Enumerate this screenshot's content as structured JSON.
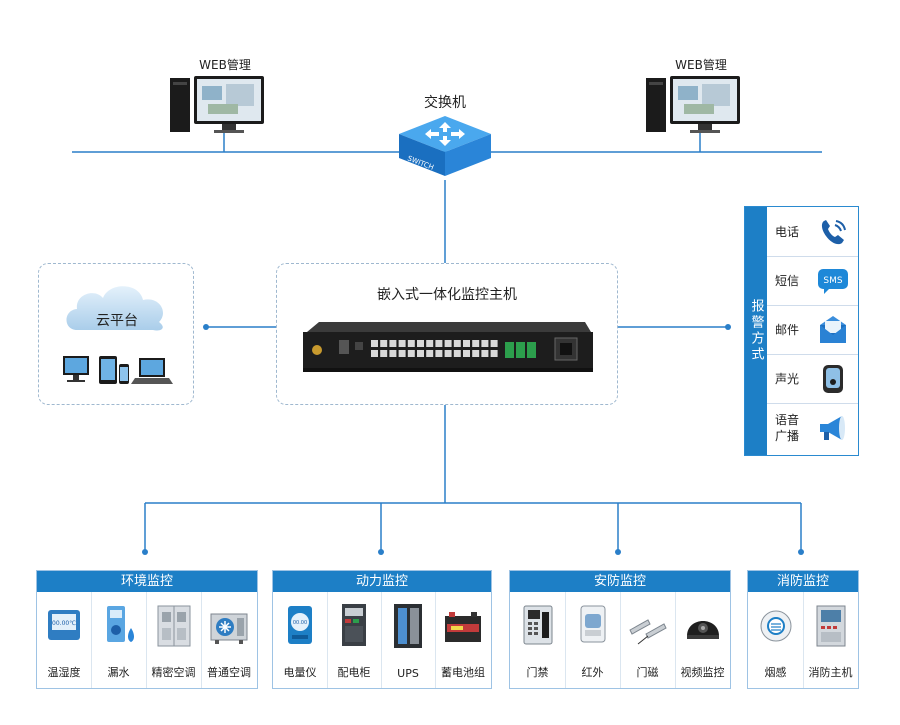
{
  "web_left": {
    "label": "WEB管理"
  },
  "web_right": {
    "label": "WEB管理"
  },
  "switch": {
    "label": "交换机",
    "badge": "SWITCH"
  },
  "cloud": {
    "label": "云平台"
  },
  "host": {
    "title": "嵌入式一体化监控主机"
  },
  "alarm": {
    "title": "报警方式",
    "items": [
      {
        "label": "电话",
        "icon": "phone-icon"
      },
      {
        "label": "短信",
        "icon": "sms-icon",
        "icon_text": "SMS"
      },
      {
        "label": "邮件",
        "icon": "mail-icon"
      },
      {
        "label": "声光",
        "icon": "siren-icon"
      },
      {
        "label": "语音\n广播",
        "icon": "megaphone-icon"
      }
    ]
  },
  "categories": [
    {
      "title": "环境监控",
      "items": [
        {
          "label": "温湿度",
          "icon": "thermo-hygrometer-icon",
          "icon_text": "00.00℃"
        },
        {
          "label": "漏水",
          "icon": "water-leak-icon"
        },
        {
          "label": "精密空调",
          "icon": "precision-ac-icon"
        },
        {
          "label": "普通空调",
          "icon": "ac-unit-icon"
        }
      ]
    },
    {
      "title": "动力监控",
      "items": [
        {
          "label": "电量仪",
          "icon": "power-meter-icon",
          "icon_text": "00.00"
        },
        {
          "label": "配电柜",
          "icon": "distribution-cabinet-icon"
        },
        {
          "label": "UPS",
          "icon": "ups-icon"
        },
        {
          "label": "蓄电池组",
          "icon": "battery-icon"
        }
      ]
    },
    {
      "title": "安防监控",
      "items": [
        {
          "label": "门禁",
          "icon": "access-control-icon"
        },
        {
          "label": "红外",
          "icon": "infrared-sensor-icon"
        },
        {
          "label": "门磁",
          "icon": "door-magnet-icon"
        },
        {
          "label": "视频监控",
          "icon": "camera-icon"
        }
      ]
    },
    {
      "title": "消防监控",
      "items": [
        {
          "label": "烟感",
          "icon": "smoke-detector-icon"
        },
        {
          "label": "消防主机",
          "icon": "fire-host-icon"
        }
      ]
    }
  ],
  "colors": {
    "line": "#2a7fc9",
    "header": "#1d7fc6",
    "switch": "#2e8ee0"
  }
}
